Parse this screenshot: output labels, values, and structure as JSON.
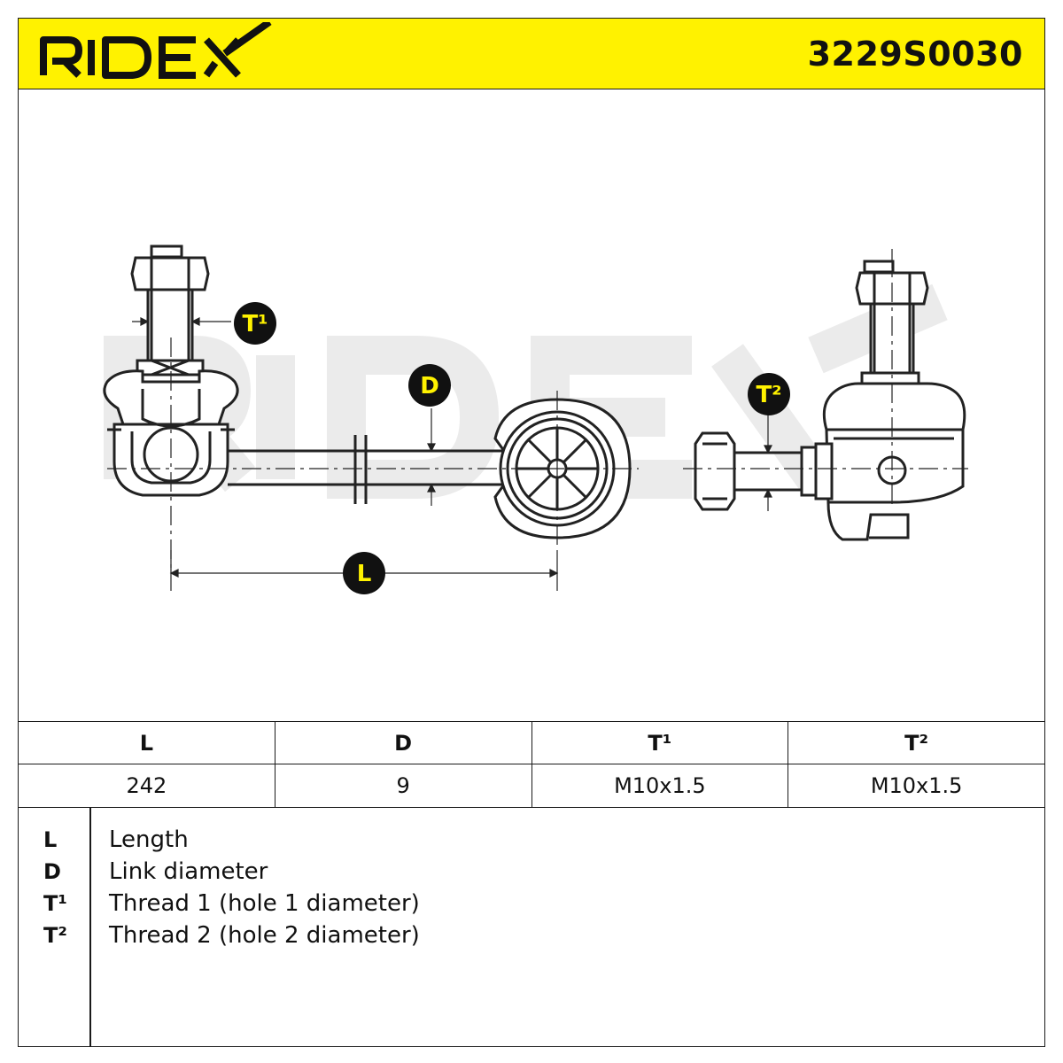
{
  "header": {
    "brand": "RIDEX",
    "part_number": "3229S0030"
  },
  "diagram": {
    "labels": {
      "t1": "T¹",
      "t2": "T²",
      "d": "D",
      "l": "L"
    },
    "colors": {
      "header_bg": "#fff200",
      "badge_bg": "#111111",
      "badge_text": "#fff200",
      "watermark": "#ebebeb",
      "line": "#222222"
    }
  },
  "spec_table": {
    "columns": [
      "L",
      "D",
      "T¹",
      "T²"
    ],
    "values": [
      "242",
      "9",
      "M10x1.5",
      "M10x1.5"
    ]
  },
  "legend": [
    {
      "key": "L",
      "desc": "Length"
    },
    {
      "key": "D",
      "desc": "Link diameter"
    },
    {
      "key": "T¹",
      "desc": "Thread 1 (hole 1 diameter)"
    },
    {
      "key": "T²",
      "desc": "Thread 2 (hole 2 diameter)"
    }
  ]
}
